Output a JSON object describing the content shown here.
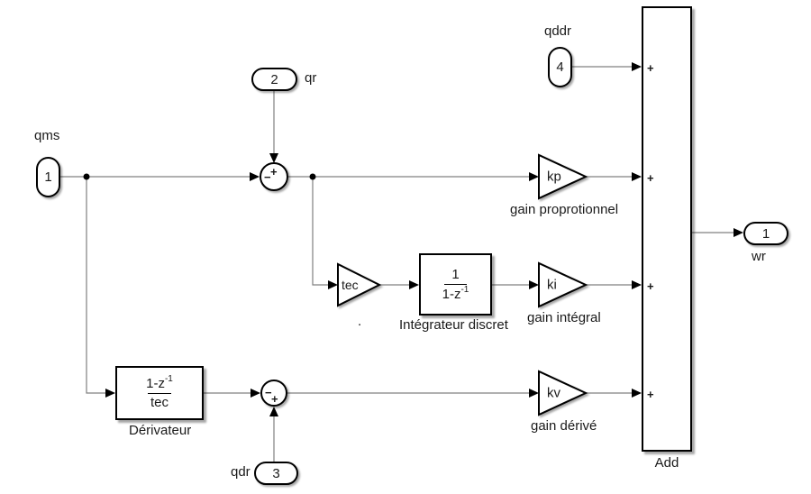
{
  "colors": {
    "background": "#ffffff",
    "wire": "#808080",
    "block_border": "#000000",
    "text": "#1a1a1a"
  },
  "ports": {
    "qms": {
      "number": "1",
      "label": "qms"
    },
    "qr": {
      "number": "2",
      "label": "qr"
    },
    "qdr": {
      "number": "3",
      "label": "qdr"
    },
    "qddr": {
      "number": "4",
      "label": "qddr"
    },
    "wr": {
      "number": "1",
      "label": "wr"
    }
  },
  "sums": {
    "sum1": {
      "top": "+",
      "left": "−"
    },
    "sum2": {
      "left": "−",
      "bottom": "+"
    }
  },
  "gains": {
    "kp": {
      "value": "kp",
      "label": "gain proprotionnel"
    },
    "ki": {
      "value": "ki",
      "label": "gain intégral"
    },
    "kv": {
      "value": "kv",
      "label": "gain dérivé"
    },
    "tec": {
      "value": "tec"
    }
  },
  "blocks": {
    "integrator": {
      "numerator": "1",
      "denominator_base": "1-z",
      "denominator_sup": "-1",
      "label": "Intégrateur discret"
    },
    "derivator": {
      "numerator_base": "1-z",
      "numerator_sup": "-1",
      "denominator": "tec",
      "label": "Dérivateur"
    },
    "add": {
      "label": "Add",
      "signs": [
        "+",
        "+",
        "+",
        "+"
      ]
    }
  },
  "annotation": "."
}
